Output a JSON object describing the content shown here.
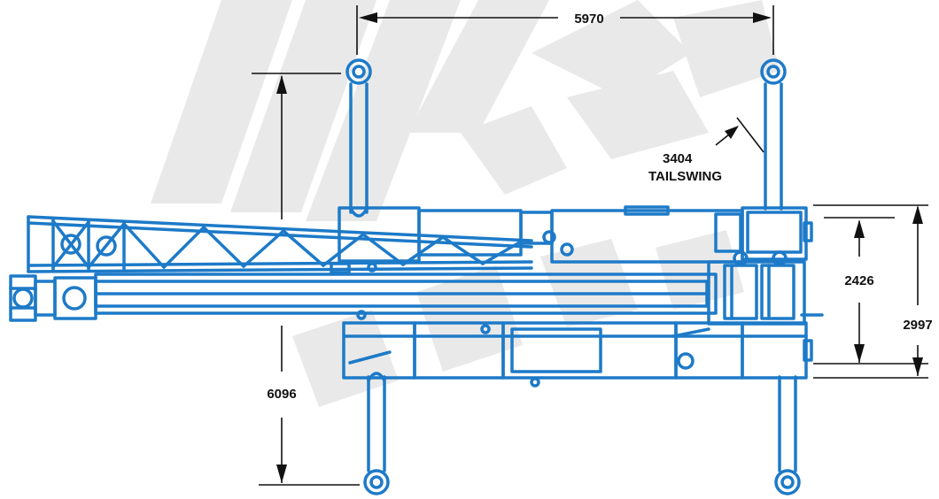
{
  "colors": {
    "outline": "#1d7ac8",
    "watermark": "#e9e9e9",
    "dimension": "#111111",
    "background": "#ffffff"
  },
  "dimensions": {
    "outrigger_spread_width": "5970",
    "tailswing_value": "3404",
    "tailswing_label": "TAILSWING",
    "carrier_width": "2426",
    "overall_width": "2997",
    "outrigger_extension": "6096"
  }
}
